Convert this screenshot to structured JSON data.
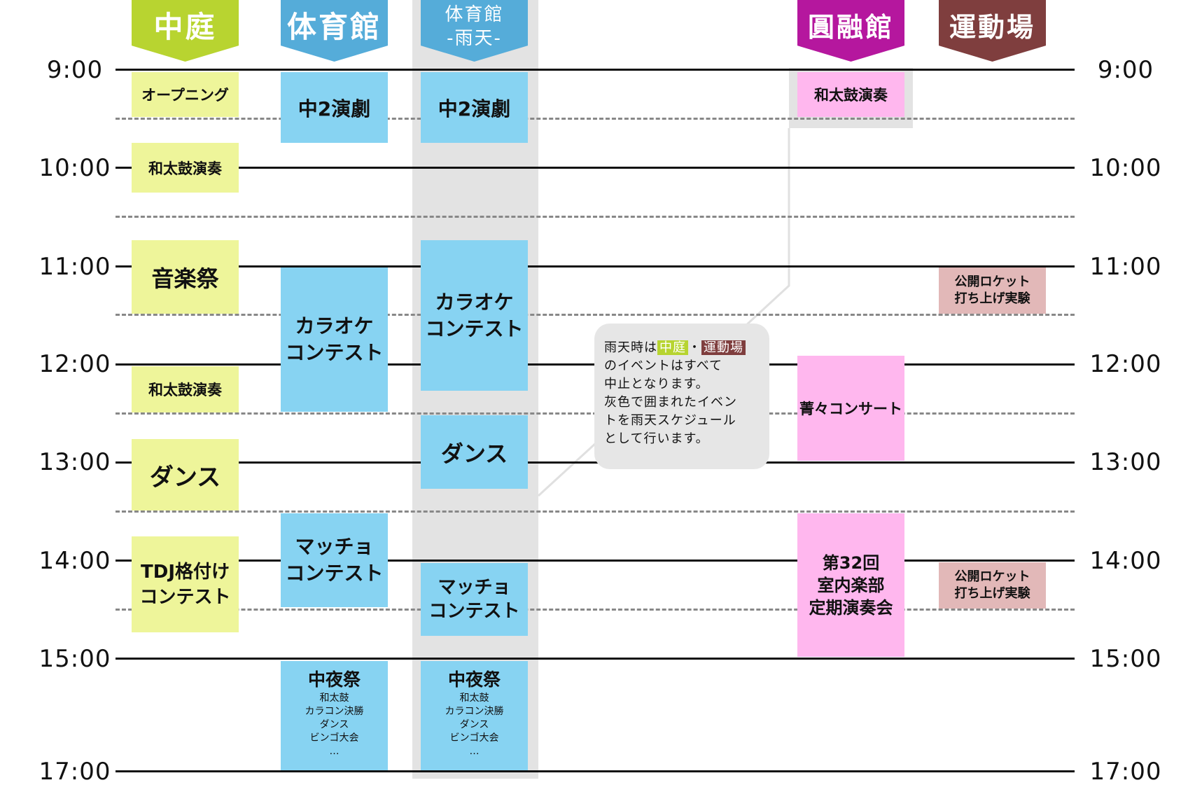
{
  "colors": {
    "nakaniwa": "#b8d430",
    "taiikukan": "#55acd9",
    "ennyukan": "#b5179e",
    "undojo": "#7f3e3e",
    "event_yellow": "#eef59a",
    "event_blue": "#87d3f2",
    "event_pink": "#ffb7ee",
    "event_rose": "#e2b8b8",
    "rain_area": "#e3e3e3"
  },
  "venues": {
    "nakaniwa": "中庭",
    "taiikukan": "体育館",
    "taiikukan_rain_line1": "体育館",
    "taiikukan_rain_line2": "-雨天-",
    "ennyukan": "圓融館",
    "undojo": "運動場"
  },
  "times": [
    "9:00",
    "10:00",
    "11:00",
    "12:00",
    "13:00",
    "14:00",
    "15:00",
    "17:00"
  ],
  "events": {
    "nakaniwa": [
      "オープニング",
      "和太鼓演奏",
      "音楽祭",
      "和太鼓演奏",
      "ダンス",
      "TDJ格付け",
      "コンテスト"
    ],
    "taiikukan": {
      "drama": "中2演劇",
      "karaoke1": "カラオケ",
      "karaoke2": "コンテスト",
      "macho1": "マッチョ",
      "macho2": "コンテスト",
      "chuya": "中夜祭",
      "chuya_items": [
        "和太鼓",
        "カラコン決勝",
        "ダンス",
        "ビンゴ大会",
        "…"
      ]
    },
    "rain": {
      "drama": "中2演劇",
      "karaoke1": "カラオケ",
      "karaoke2": "コンテスト",
      "dance": "ダンス",
      "macho1": "マッチョ",
      "macho2": "コンテスト",
      "chuya": "中夜祭",
      "chuya_items": [
        "和太鼓",
        "カラコン決勝",
        "ダンス",
        "ビンゴ大会",
        "…"
      ]
    },
    "ennyukan": {
      "taiko": "和太鼓演奏",
      "concert": "菁々コンサート",
      "teiki1": "第32回",
      "teiki2": "室内楽部",
      "teiki3": "定期演奏会"
    },
    "undojo": {
      "rocket1a": "公開ロケット",
      "rocket1b": "打ち上げ実験",
      "rocket2a": "公開ロケット",
      "rocket2b": "打ち上げ実験"
    }
  },
  "note": {
    "prefix": "雨天時は",
    "venue1": "中庭",
    "dot": "・",
    "venue2": "運動場",
    "line1": "のイベントはすべて",
    "line2": "中止となります。",
    "line3": "灰色で囲まれたイベン",
    "line4": "トを雨天スケジュール",
    "line5": "として行います。"
  }
}
